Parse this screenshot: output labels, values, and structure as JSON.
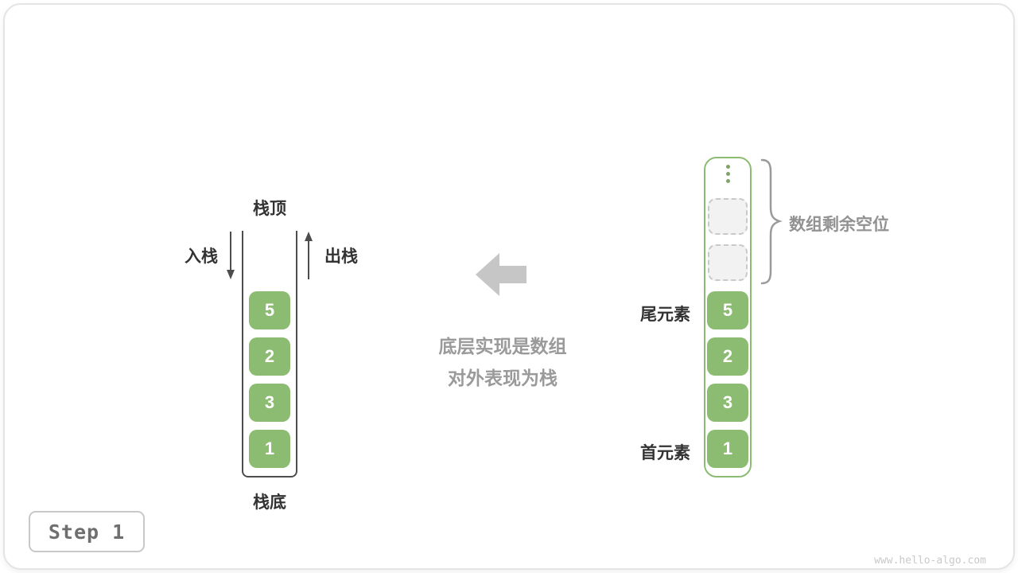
{
  "page": {
    "step_label": "Step 1",
    "watermark": "www.hello-algo.com"
  },
  "stack": {
    "top_label": "栈顶",
    "bottom_label": "栈底",
    "push_label": "入栈",
    "pop_label": "出栈",
    "cells": [
      "5",
      "2",
      "3",
      "1"
    ]
  },
  "center": {
    "caption_line1": "底层实现是数组",
    "caption_line2": "对外表现为栈"
  },
  "array": {
    "cells": [
      "5",
      "2",
      "3",
      "1"
    ],
    "empty_slot_count": 2,
    "tail_label": "尾元素",
    "head_label": "首元素",
    "brace_label": "数组剩余空位",
    "ellipsis_icon": "vertical-ellipsis"
  },
  "colors": {
    "cell_green": "#8CBB72",
    "gray_text": "#929292",
    "dark_text": "#333333",
    "arrow_gray": "#c6c6c6",
    "empty_fill": "#f2f2f2"
  }
}
